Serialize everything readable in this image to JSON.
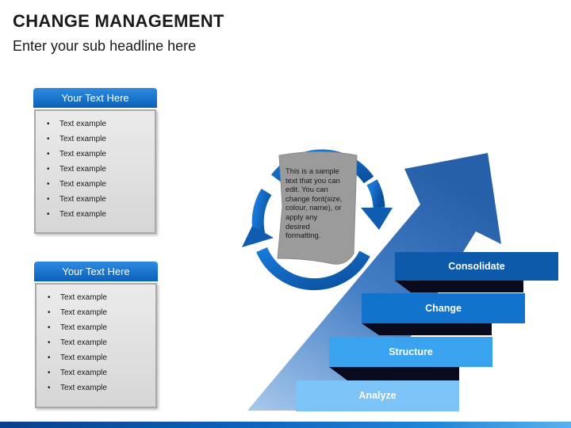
{
  "header": {
    "title": "CHANGE MANAGEMENT",
    "subtitle": "Enter your sub headline here"
  },
  "panels": [
    {
      "title": "Your Text Here",
      "items": [
        "Text example",
        "Text example",
        "Text example",
        "Text example",
        "Text example",
        "Text example",
        "Text example"
      ]
    },
    {
      "title": "Your Text Here",
      "items": [
        "Text example",
        "Text example",
        "Text example",
        "Text example",
        "Text example",
        "Text example",
        "Text example"
      ]
    }
  ],
  "bullet_char": "•",
  "cycle_note": {
    "lines": [
      "This is a sample",
      "text that you can",
      "edit. You can",
      "change font(size,",
      "colour, name), or",
      "apply any",
      "desired",
      "formatting."
    ]
  },
  "steps": [
    {
      "label": "Consolidate",
      "color": "#0d5aab"
    },
    {
      "label": "Change",
      "color": "#1273cc"
    },
    {
      "label": "Structure",
      "color": "#3aa3f0"
    },
    {
      "label": "Analyze",
      "color": "#7cc3f7"
    }
  ],
  "colors": {
    "accent": "#0a61b8",
    "arrow": "#155eb0"
  }
}
